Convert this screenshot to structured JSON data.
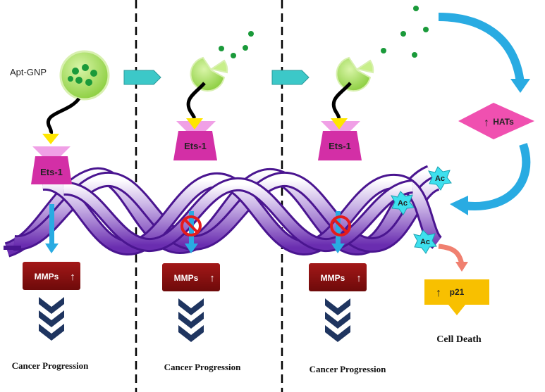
{
  "labels": {
    "apt_gnp": "Apt-GNP",
    "ets1": "Ets-1",
    "mmps": "MMPs",
    "hats": "HATs",
    "ac": "Ac",
    "p21": "p21",
    "cell_death": "Cell Death",
    "cancer_progression": "Cancer Progression",
    "up_arrow": "↑"
  },
  "colors": {
    "gnp_fill": "#a8e05a",
    "gnp_dot": "#1a9a3a",
    "ets_magenta": "#d32fa6",
    "ets_pink": "#f0a0e6",
    "aptamer_yellow": "#ffe600",
    "dna_purple": "#5a1aa0",
    "mmps_box": "#8b1010",
    "chevron_navy": "#1f3560",
    "arrow_blue": "#29abe2",
    "teal_arrow": "#3cc8c8",
    "hats_pink": "#f050b0",
    "ac_cyan": "#3ee0ee",
    "p21_gold": "#f8c000",
    "inhibit_red": "#e41c1c",
    "salmon_arrow": "#f08070",
    "divider": "#000000"
  }
}
